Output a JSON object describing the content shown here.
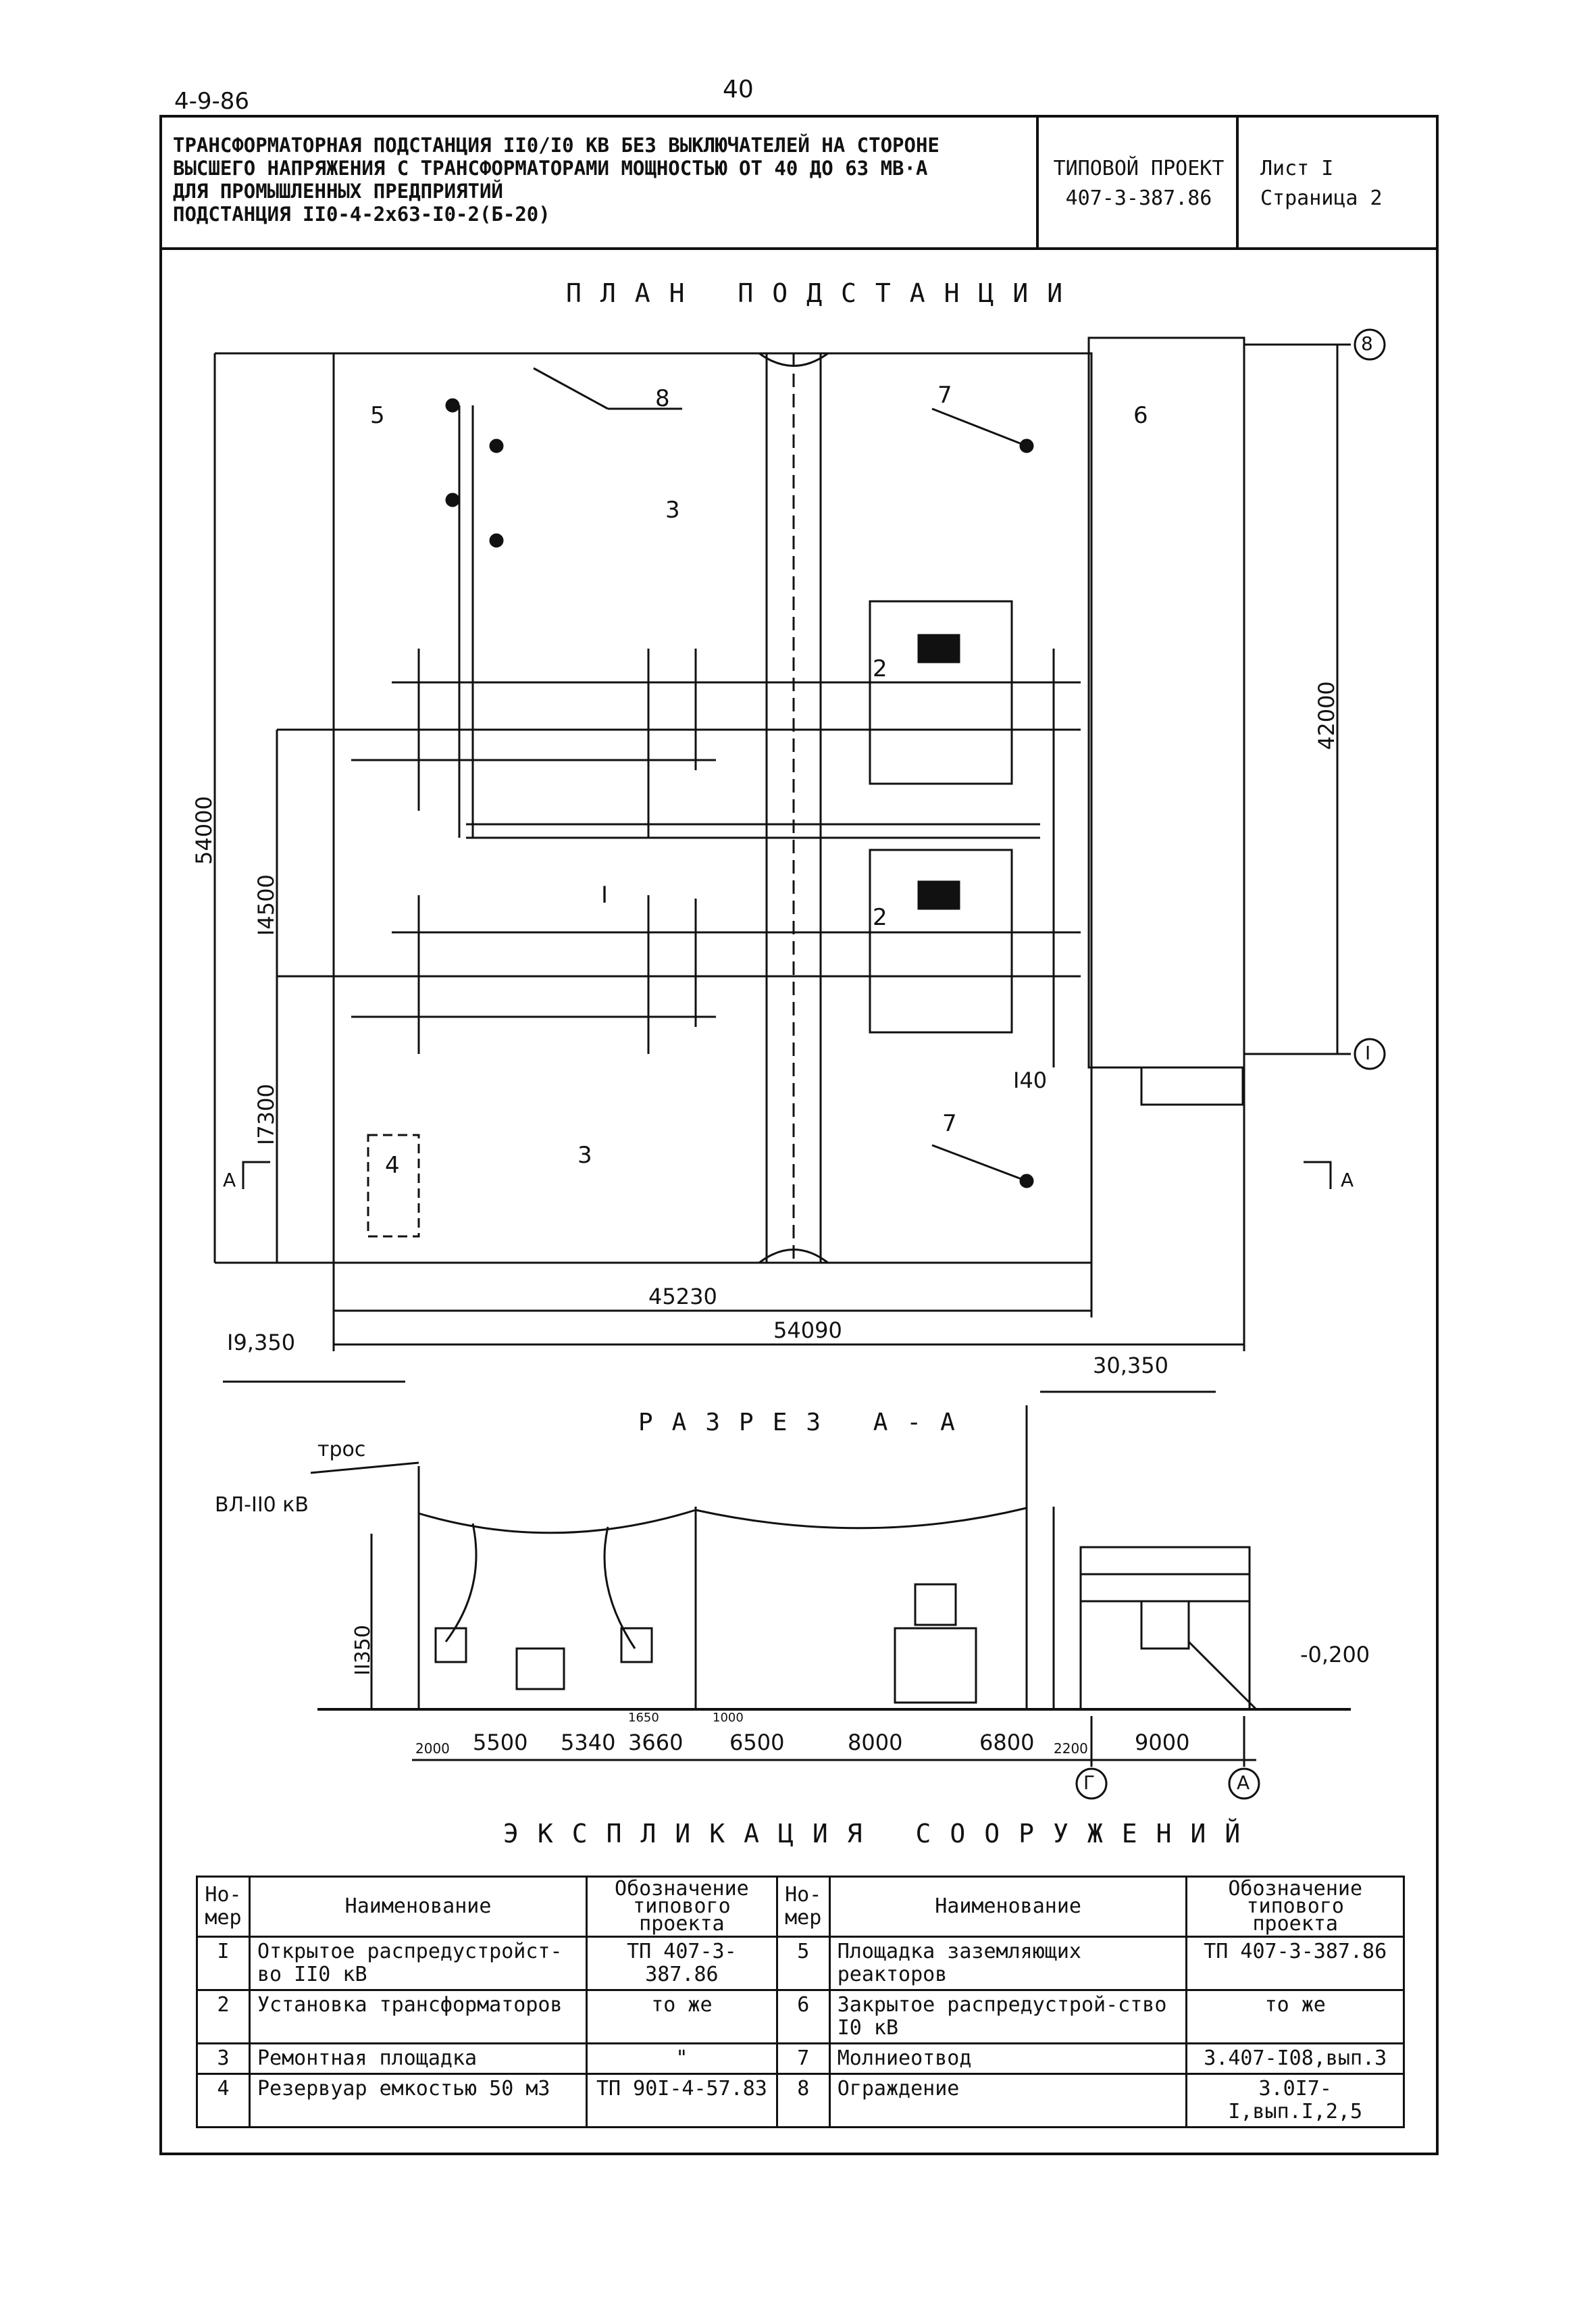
{
  "page": {
    "code": "4-9-86",
    "number": "40"
  },
  "title_block": {
    "description": [
      "ТРАНСФОРМАТОРНАЯ ПОДСТАНЦИЯ II0/I0 КВ БЕЗ ВЫКЛЮЧАТЕЛЕЙ НА СТОРОНЕ",
      "ВЫСШЕГО НАПРЯЖЕНИЯ С ТРАНСФОРМАТОРАМИ МОЩНОСТЬЮ ОТ 40 ДО 63 МВ·А",
      "ДЛЯ ПРОМЫШЛЕННЫХ ПРЕДПРИЯТИЙ",
      "ПОДСТАНЦИЯ II0-4-2х63-I0-2(Б-20)"
    ],
    "project_label": "ТИПОВОЙ ПРОЕКТ",
    "project_number": "407-3-387.86",
    "sheet": "Лист I",
    "page_label": "Страница 2"
  },
  "plan": {
    "heading": "ПЛАН ПОДСТАНЦИИ",
    "labels": {
      "n1": "I",
      "n2a": "2",
      "n2b": "2",
      "n3a": "3",
      "n3b": "3",
      "n4": "4",
      "n5": "5",
      "n6": "6",
      "n7a": "7",
      "n7b": "7",
      "n8": "8"
    },
    "axis_top": "8",
    "axis_bottom": "I",
    "dims": {
      "d54000": "54000",
      "d14500": "I4500",
      "d17300": "I7300",
      "d42000": "42000",
      "d140": "I40",
      "d45230": "45230",
      "d54090": "54090"
    },
    "section_a_left": "A",
    "section_a_right": "A"
  },
  "section": {
    "heading": "РАЗРЕЗ А-А",
    "elev_left": "I9,350",
    "elev_right": "30,350",
    "elev_ground": "-0,200",
    "tros": "трос",
    "line": "ВЛ-II0 кВ",
    "height": "II350",
    "dims": [
      "2000",
      "5500",
      "5340",
      "3660",
      "6500",
      "8000",
      "6800",
      "2200",
      "9000"
    ],
    "small_dims": [
      "1650",
      "1000"
    ],
    "axis_g": "Г",
    "axis_a": "А"
  },
  "explication": {
    "heading": "ЭКСПЛИКАЦИЯ СООРУЖЕНИЙ",
    "headers": {
      "num": "Но-\nмер",
      "name": "Наименование",
      "code": "Обозначение\nтипового\nпроекта"
    },
    "left": [
      {
        "num": "I",
        "name": "Открытое распредустройст-во II0 кВ",
        "code": "ТП 407-3-387.86"
      },
      {
        "num": "2",
        "name": "Установка трансформаторов",
        "code": "то же"
      },
      {
        "num": "3",
        "name": "Ремонтная площадка",
        "code": "\""
      },
      {
        "num": "4",
        "name": "Резервуар емкостью 50 м3",
        "code": "ТП 90I-4-57.83"
      }
    ],
    "right": [
      {
        "num": "5",
        "name": "Площадка заземляющих реакторов",
        "code": "ТП 407-3-387.86"
      },
      {
        "num": "6",
        "name": "Закрытое распредустрой-ство I0 кВ",
        "code": "то же"
      },
      {
        "num": "7",
        "name": "Молниеотвод",
        "code": "3.407-I08,вып.3"
      },
      {
        "num": "8",
        "name": "Ограждение",
        "code": "3.0I7-I,вып.I,2,5"
      }
    ]
  }
}
